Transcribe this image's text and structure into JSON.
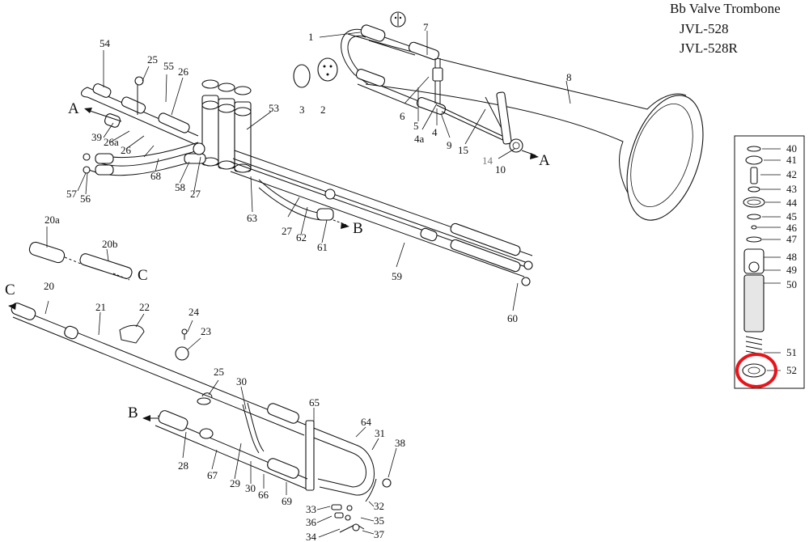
{
  "title": {
    "line1": "Bb Valve Trombone",
    "line2": "JVL-528",
    "line3": "JVL-528R"
  },
  "colors": {
    "line": "#111111",
    "highlight": "#e8141a",
    "background": "#ffffff"
  },
  "connection_letters": {
    "A": "A",
    "B": "B",
    "C": "C"
  },
  "parts": {
    "p1": "1",
    "p2": "2",
    "p3": "3",
    "p4": "4",
    "p4a": "4a",
    "p5": "5",
    "p6": "6",
    "p7": "7",
    "p8": "8",
    "p9": "9",
    "p10": "10",
    "p14": "14",
    "p15": "15",
    "p20": "20",
    "p20a": "20a",
    "p20b": "20b",
    "p21": "21",
    "p22": "22",
    "p23": "23",
    "p24": "24",
    "p25": "25",
    "p26": "26",
    "p26a": "26a",
    "p27": "27",
    "p28": "28",
    "p29": "29",
    "p30": "30",
    "p31": "31",
    "p32": "32",
    "p33": "33",
    "p34": "34",
    "p35": "35",
    "p36": "36",
    "p37": "37",
    "p38": "38",
    "p39": "39",
    "p40": "40",
    "p41": "41",
    "p42": "42",
    "p43": "43",
    "p44": "44",
    "p45": "45",
    "p46": "46",
    "p47": "47",
    "p48": "48",
    "p49": "49",
    "p50": "50",
    "p51": "51",
    "p52": "52",
    "p53": "53",
    "p54": "54",
    "p55": "55",
    "p56": "56",
    "p57": "57",
    "p58": "58",
    "p59": "59",
    "p60": "60",
    "p61": "61",
    "p62": "62",
    "p63": "63",
    "p64": "64",
    "p65": "65",
    "p66": "66",
    "p67": "67",
    "p68": "68",
    "p69": "69"
  }
}
